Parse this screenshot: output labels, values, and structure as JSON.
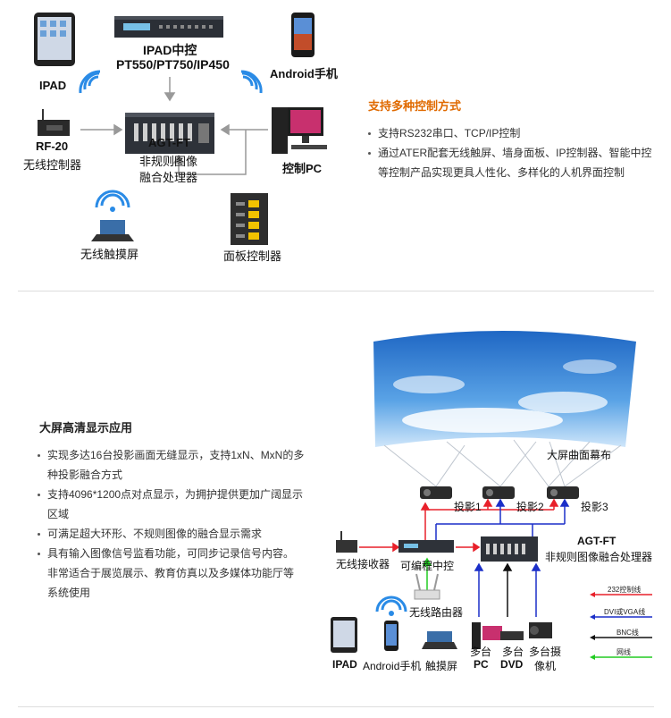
{
  "top": {
    "devices": {
      "ipad": "IPAD",
      "central_title": "IPAD中控",
      "central_models": "PT550/PT750/IP450",
      "android": "Android手机",
      "rf20": "RF-20",
      "rf20_sub": "无线控制器",
      "processor": "AGT-FT",
      "processor_sub1": "非规则图像",
      "processor_sub2": "融合处理器",
      "pc": "控制PC",
      "wireless_touch": "无线触摸屏",
      "panel": "面板控制器"
    },
    "heading": "支持多种控制方式",
    "bullets": [
      "支持RS232串口、TCP/IP控制",
      "通过ATER配套无线触屏、墙身面板、IP控制器、智能中控",
      "等控制产品实现更具人性化、多样化的人机界面控制"
    ]
  },
  "bottom": {
    "heading": "大屏高清显示应用",
    "bullets": [
      "实现多达16台投影画面无缝显示，支持1xN、MxN的多",
      "种投影融合方式",
      "支持4096*1200点对点显示，为拥护提供更加广阔显示",
      "区域",
      "可满足超大环形、不规则图像的融合显示需求",
      "具有输入图像信号监看功能，可同步记录信号内容。",
      "非常适合于展览展示、教育仿真以及多媒体功能厅等",
      "系统使用"
    ],
    "diagram": {
      "screen": "大屏曲面幕布",
      "projectors": [
        "投影1",
        "投影2",
        "投影3"
      ],
      "processor": "AGT-FT",
      "processor_sub": "非规则图像融合处理器",
      "receiver": "无线接收器",
      "controller": "可编程中控",
      "router": "无线路由器",
      "ipad": "IPAD",
      "android": "Android手机",
      "touch": "触摸屏",
      "pc_line1": "多台",
      "pc_line2": "PC",
      "dvd_line1": "多台",
      "dvd_line2": "DVD",
      "cam_line1": "多台摄",
      "cam_line2": "像机"
    },
    "legend": [
      {
        "label": "232控制线",
        "color": "#e8202a"
      },
      {
        "label": "DVI或VGA线",
        "color": "#1b2fc8"
      },
      {
        "label": "BNC线",
        "color": "#111111"
      },
      {
        "label": "网线",
        "color": "#22cc22"
      }
    ]
  }
}
